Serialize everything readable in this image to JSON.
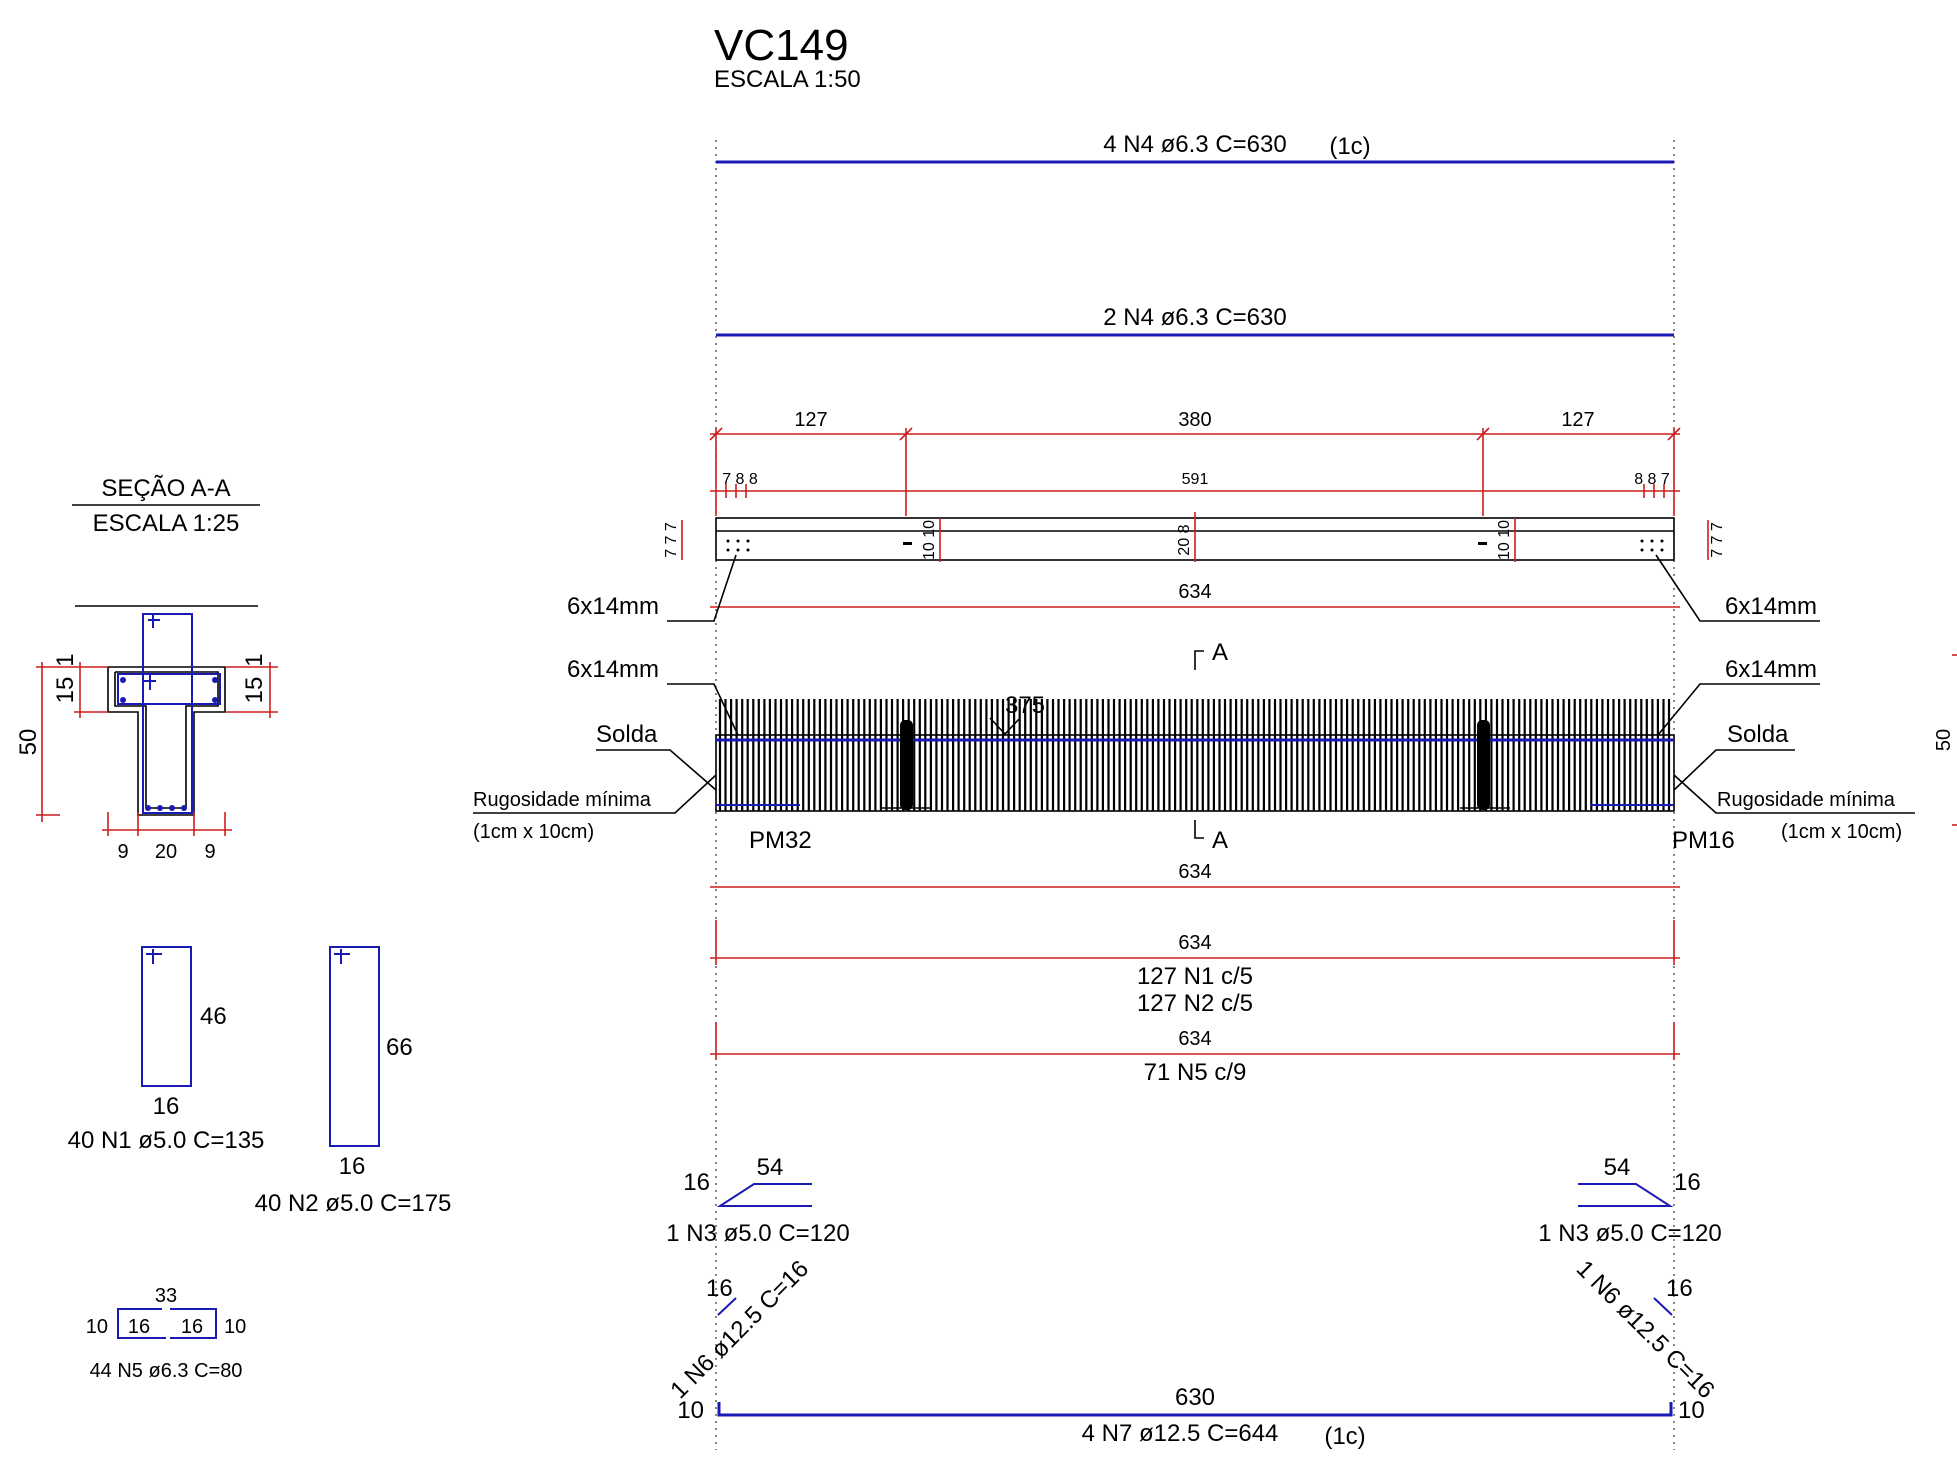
{
  "elevation": {
    "title": "VC149",
    "scale": "ESCALA 1:50",
    "top_bar_1": "4 N4 ø6.3 C=630",
    "top_bar_1_layer": "(1c)",
    "top_bar_2": "2 N4 ø6.3 C=630",
    "dims_row": [
      "127",
      "380",
      "127"
    ],
    "small_left": "7 8 8",
    "small_mid": "591",
    "small_right": "8 8 7",
    "right_stack": "7 7 7",
    "left_stack": "7 7 7",
    "inner_10_left": "10 10",
    "inner_20_mid": "20 8",
    "inner_10_right": "10 10",
    "plan_length": "634",
    "insert_top_left": "6x14mm",
    "insert_top_right": "6x14mm",
    "insert_mid_left": "6x14mm",
    "insert_mid_right": "6x14mm",
    "solda_left": "Solda",
    "solda_right": "Solda",
    "rug_left": "Rugosidade mínima",
    "rug_left_2": "(1cm x 10cm)",
    "rug_right": "Rugosidade mínima",
    "rug_right_2": "(1cm x 10cm)",
    "section_mark_top": "A",
    "section_mark_bottom": "A",
    "dim_375": "375",
    "support_left": "PM32",
    "support_right": "PM16",
    "len_1": "634",
    "len_2": "634",
    "stirrups_1": "127 N1 c/5",
    "stirrups_2": "127 N2 c/5",
    "len_3": "634",
    "stirrups_3": "71 N5 c/9"
  },
  "section": {
    "title": "SEÇÃO A-A",
    "scale": "ESCALA 1:25",
    "h_total": "50",
    "h_flange_l": "15",
    "top_l": "1",
    "h_flange_r": "15",
    "top_r": "1",
    "w_left": "9",
    "w_web": "20",
    "w_right": "9"
  },
  "bars": {
    "n1_w": "16",
    "n1_h": "46",
    "n1_label": "40 N1 ø5.0 C=135",
    "n2_w": "16",
    "n2_h": "66",
    "n2_label": "40 N2 ø5.0 C=175",
    "n5_total": "33",
    "n5_a": "10",
    "n5_b": "16",
    "n5_c": "16",
    "n5_d": "10",
    "n5_label": "44 N5 ø6.3 C=80",
    "n3_left_h": "16",
    "n3_left_w": "54",
    "n3_left_label": "1 N3 ø5.0 C=120",
    "n3_right_h": "16",
    "n3_right_w": "54",
    "n3_right_label": "1 N3 ø5.0 C=120",
    "n6_left_len": "16",
    "n6_left_label": "1 N6 ø12.5 C=16",
    "n6_right_len": "16",
    "n6_right_label": "1 N6 ø12.5 C=16",
    "n7_hook_l": "10",
    "n7_len": "630",
    "n7_hook_r": "10",
    "n7_label": "4 N7 ø12.5 C=644",
    "n7_layer": "(1c)"
  },
  "edge_right": "50"
}
